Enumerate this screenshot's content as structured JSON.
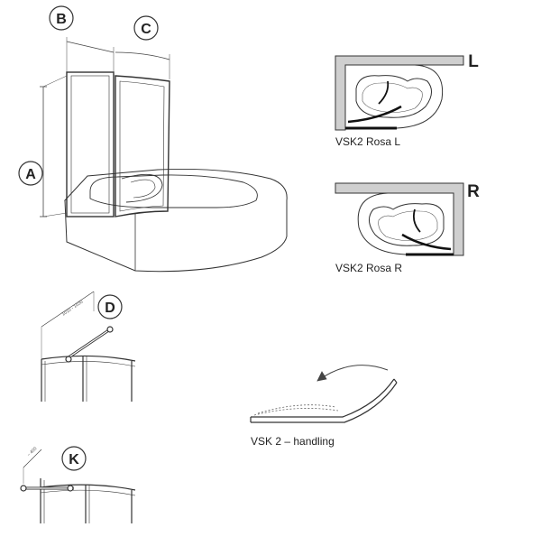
{
  "main_view": {
    "labels": {
      "a": "A",
      "b": "B",
      "c": "C"
    }
  },
  "plan_left": {
    "side": "L",
    "caption": "VSK2 Rosa L"
  },
  "plan_right": {
    "side": "R",
    "caption": "VSK2 Rosa R"
  },
  "detail_d": {
    "label": "D",
    "dimension": "1010 - 1030"
  },
  "detail_k": {
    "label": "K",
    "dimension": "~ 400"
  },
  "handling": {
    "caption": "VSK 2 – handling"
  }
}
